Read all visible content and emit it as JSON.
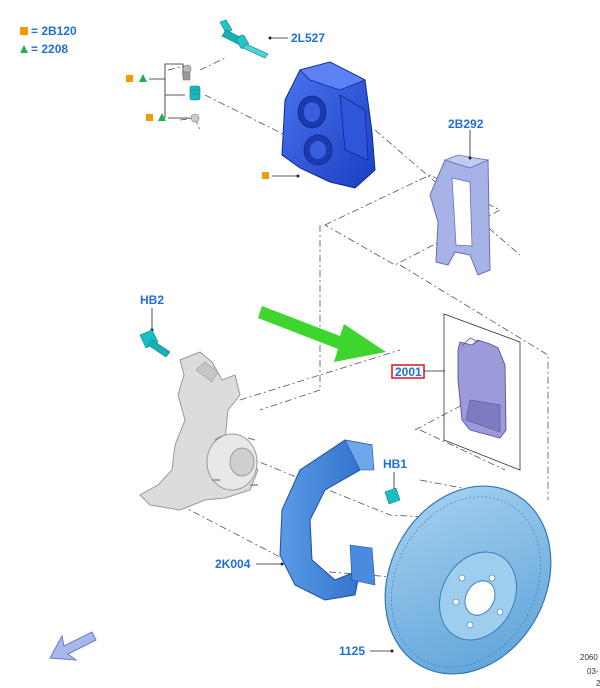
{
  "legend": [
    {
      "marker": "square",
      "color": "#f59a00",
      "text": "= 2B120"
    },
    {
      "marker": "triangle",
      "color": "#22b14c",
      "text": "= 2208"
    }
  ],
  "labels": {
    "bleed_screw": "2L527",
    "bracket": "2B292",
    "bolt_hb2": "HB2",
    "pads": "2001",
    "bolt_hb1": "HB1",
    "shield": "2K004",
    "rotor": "1125"
  },
  "footer": {
    "line1": "2060",
    "line2": "03-",
    "line3": "2"
  },
  "colors": {
    "legend_text": "#1f6fd6",
    "caliper": "#2a58e0",
    "bracket": "#98a6e0",
    "pads": "#9c9ad8",
    "rotor": "#7cbbe6",
    "shield": "#3d86d8",
    "arrow": "#3ed62e",
    "highlight_box": "#e0202a"
  },
  "icons": {
    "nav_arrow": "back-arrow-icon"
  }
}
